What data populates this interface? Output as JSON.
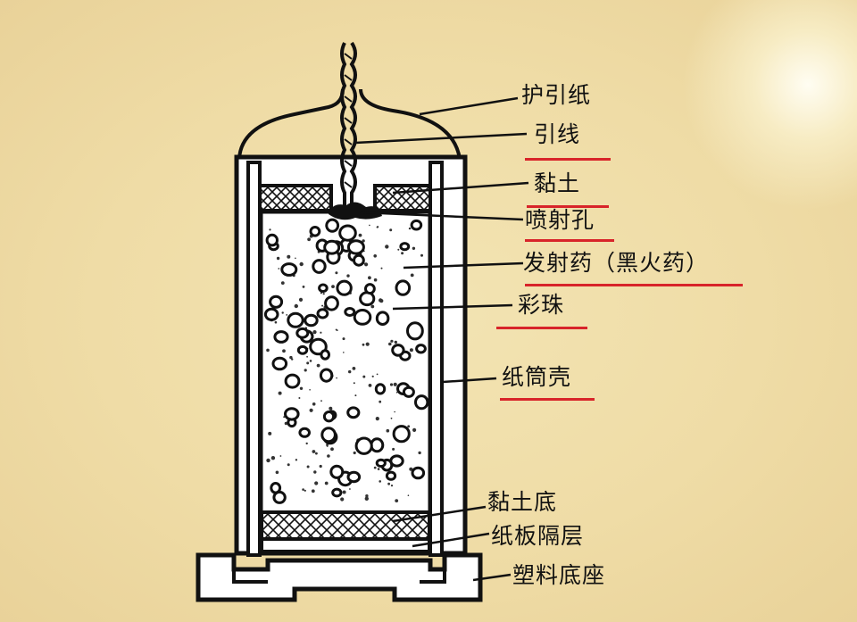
{
  "labels": [
    {
      "id": "protective-paper",
      "text": "护引纸",
      "underline": false
    },
    {
      "id": "fuse",
      "text": "引线",
      "underline": true
    },
    {
      "id": "clay",
      "text": "黏土",
      "underline": true
    },
    {
      "id": "nozzle",
      "text": "喷射孔",
      "underline": true
    },
    {
      "id": "propellant",
      "text": "发射药（黑火药）",
      "underline": true
    },
    {
      "id": "stars",
      "text": "彩珠",
      "underline": true
    },
    {
      "id": "paper-tube",
      "text": "纸筒壳",
      "underline": true
    },
    {
      "id": "clay-base",
      "text": "黏土底",
      "underline": false
    },
    {
      "id": "cardboard-layer",
      "text": "纸板隔层",
      "underline": false
    },
    {
      "id": "plastic-base",
      "text": "塑料底座",
      "underline": false
    }
  ],
  "colors": {
    "underline": "#d8242a",
    "ink": "#111111",
    "fill": "#ffffff"
  }
}
